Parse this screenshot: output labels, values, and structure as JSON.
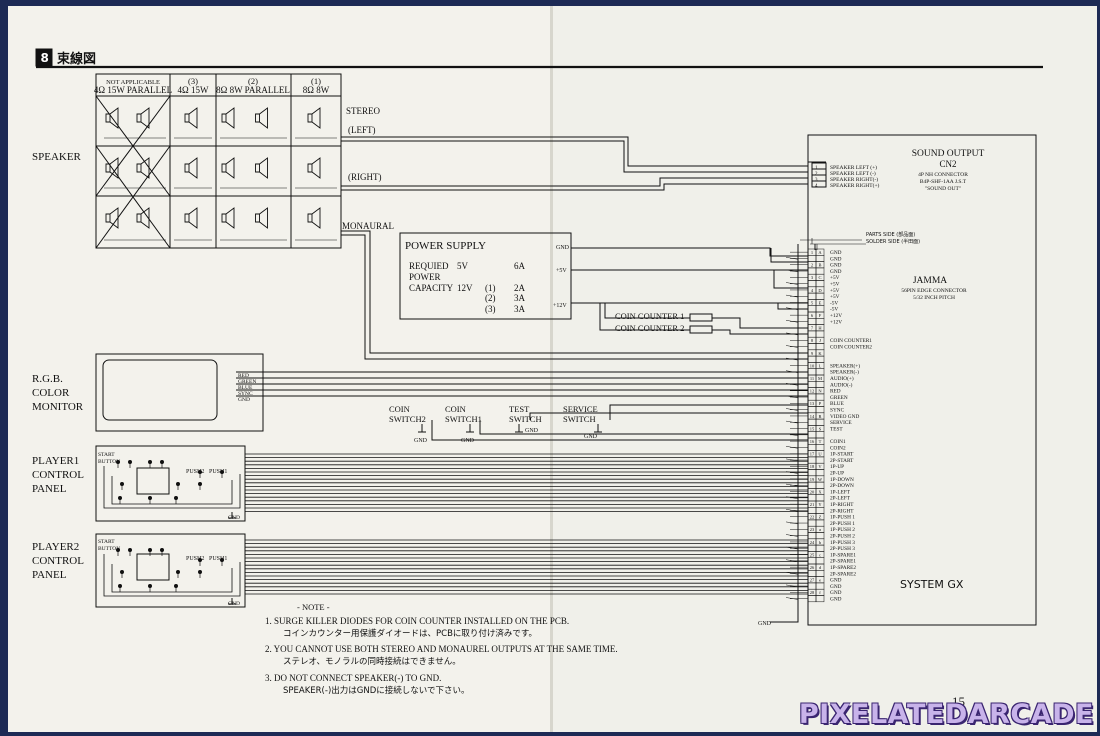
{
  "header": {
    "number": "8",
    "title": "束線図"
  },
  "speaker_table": {
    "label": "SPEAKER",
    "columns": [
      {
        "index": "NOT APPLICABLE",
        "spec": "4Ω 15W PARALLEL"
      },
      {
        "index": "(3)",
        "spec": "4Ω 15W"
      },
      {
        "index": "(2)",
        "spec": "8Ω 8W PARALLEL"
      },
      {
        "index": "(1)",
        "spec": "8Ω 8W"
      }
    ],
    "stereo": "STEREO",
    "left": "(LEFT)",
    "right": "(RIGHT)",
    "monaural": "MONAURAL"
  },
  "power_supply": {
    "title": "POWER SUPPLY",
    "req1": "REQUIED",
    "req2": "POWER",
    "req3": "CAPACITY",
    "v5": "5V",
    "v12": "12V",
    "amp5": "6A",
    "options": [
      "(1)",
      "(2)",
      "(3)"
    ],
    "amps12": [
      "2A",
      "3A",
      "3A"
    ],
    "gnd": "GND",
    "p5v": "+5V",
    "p12v": "+12V"
  },
  "coin_counters": [
    "COIN COUNTER 1",
    "COIN COUNTER 2"
  ],
  "monitor": {
    "l1": "R.G.B.",
    "l2": "COLOR",
    "l3": "MONITOR",
    "pins": [
      "RED",
      "GREEN",
      "BLUE",
      "SYNC",
      "GND"
    ]
  },
  "switches": [
    {
      "l1": "COIN",
      "l2": "SWITCH2"
    },
    {
      "l1": "COIN",
      "l2": "SWITCH1"
    },
    {
      "l1": "TEST",
      "l2": "SWITCH"
    },
    {
      "l1": "SERVICE",
      "l2": "SWITCH"
    }
  ],
  "gnd": "GND",
  "player1": {
    "l1": "PLAYER1",
    "l2": "CONTROL",
    "l3": "PANEL",
    "start1": "START",
    "start2": "BUTTON",
    "push2": "PUSH2",
    "push1": "PUSH1"
  },
  "player2": {
    "l1": "PLAYER2",
    "l2": "CONTROL",
    "l3": "PANEL",
    "start1": "START",
    "start2": "BUTTON",
    "push2": "PUSH2",
    "push1": "PUSH1"
  },
  "notes": {
    "title": "- NOTE -",
    "n1": "1. SURGE KILLER DIODES FOR COIN COUNTER INSTALLED ON THE PCB.",
    "n1j": "コインカウンター用保護ダイオードは、PCBに取り付け済みです。",
    "n2": "2. YOU CANNOT USE BOTH STEREO AND MONAUREL OUTPUTS AT THE SAME TIME.",
    "n2j": "ステレオ、モノラルの同時接続はできません。",
    "n3": "3. DO NOT CONNECT SPEAKER(-) TO GND.",
    "n3j": "SPEAKER(-)出力はGNDに接続しないで下さい。"
  },
  "sound_output": {
    "title": "SOUND OUTPUT",
    "cn": "CN2",
    "conn1": "4P NH CONNECTOR",
    "conn2": "B4P-SHF-1AA J.S.T",
    "conn3": "\"SOUND OUT\"",
    "pins": [
      {
        "n": "1",
        "name": "SPEAKER LEFT (+)"
      },
      {
        "n": "2",
        "name": "SPEAKER LEFT (-)"
      },
      {
        "n": "3",
        "name": "SPEAKER RIGHT(-)"
      },
      {
        "n": "4",
        "name": "SPEAKER RIGHT(+)"
      }
    ]
  },
  "jamma": {
    "parts_side": "PARTS SIDE (部品面)",
    "solder_side": "SOLDER SIDE (半田面)",
    "title": "JAMMA",
    "sub1": "56PIN EDGE CONNECTOR",
    "sub2": "5/32 INCH PITCH",
    "rows": [
      {
        "n": "1",
        "l": "A",
        "name": "GND"
      },
      {
        "n": "",
        "l": "",
        "name": "GND"
      },
      {
        "n": "2",
        "l": "B",
        "name": "GND"
      },
      {
        "n": "",
        "l": "",
        "name": "GND"
      },
      {
        "n": "3",
        "l": "C",
        "name": "+5V"
      },
      {
        "n": "",
        "l": "",
        "name": "+5V"
      },
      {
        "n": "4",
        "l": "D",
        "name": "+5V"
      },
      {
        "n": "",
        "l": "",
        "name": "+5V"
      },
      {
        "n": "5",
        "l": "E",
        "name": "-5V"
      },
      {
        "n": "",
        "l": "",
        "name": "-5V"
      },
      {
        "n": "6",
        "l": "F",
        "name": "+12V"
      },
      {
        "n": "",
        "l": "",
        "name": "+12V"
      },
      {
        "n": "7",
        "l": "H",
        "name": ""
      },
      {
        "n": "",
        "l": "",
        "name": ""
      },
      {
        "n": "8",
        "l": "J",
        "name": "COIN COUNTER1"
      },
      {
        "n": "",
        "l": "",
        "name": "COIN COUNTER2"
      },
      {
        "n": "9",
        "l": "K",
        "name": ""
      },
      {
        "n": "",
        "l": "",
        "name": ""
      },
      {
        "n": "10",
        "l": "L",
        "name": "SPEAKER(+)"
      },
      {
        "n": "",
        "l": "",
        "name": "SPEAKER(-)"
      },
      {
        "n": "11",
        "l": "M",
        "name": "AUDIO(+)"
      },
      {
        "n": "",
        "l": "",
        "name": "AUDIO(-)"
      },
      {
        "n": "12",
        "l": "N",
        "name": "RED"
      },
      {
        "n": "",
        "l": "",
        "name": "GREEN"
      },
      {
        "n": "13",
        "l": "P",
        "name": "BLUE"
      },
      {
        "n": "",
        "l": "",
        "name": "SYNC"
      },
      {
        "n": "14",
        "l": "R",
        "name": "VIDEO GND"
      },
      {
        "n": "",
        "l": "",
        "name": "SERVICE"
      },
      {
        "n": "15",
        "l": "S",
        "name": "TEST"
      },
      {
        "n": "",
        "l": "",
        "name": ""
      },
      {
        "n": "16",
        "l": "T",
        "name": "COIN1"
      },
      {
        "n": "",
        "l": "",
        "name": "COIN2"
      },
      {
        "n": "17",
        "l": "U",
        "name": "1P-START"
      },
      {
        "n": "",
        "l": "",
        "name": "2P-START"
      },
      {
        "n": "18",
        "l": "V",
        "name": "1P-UP"
      },
      {
        "n": "",
        "l": "",
        "name": "2P-UP"
      },
      {
        "n": "19",
        "l": "W",
        "name": "1P-DOWN"
      },
      {
        "n": "",
        "l": "",
        "name": "2P-DOWN"
      },
      {
        "n": "20",
        "l": "X",
        "name": "1P-LEFT"
      },
      {
        "n": "",
        "l": "",
        "name": "2P-LEFT"
      },
      {
        "n": "21",
        "l": "Y",
        "name": "1P-RIGHT"
      },
      {
        "n": "",
        "l": "",
        "name": "2P-RIGHT"
      },
      {
        "n": "22",
        "l": "Z",
        "name": "1P-PUSH 1"
      },
      {
        "n": "",
        "l": "",
        "name": "2P-PUSH 1"
      },
      {
        "n": "23",
        "l": "a",
        "name": "1P-PUSH 2"
      },
      {
        "n": "",
        "l": "",
        "name": "2P-PUSH 2"
      },
      {
        "n": "24",
        "l": "b",
        "name": "1P-PUSH 3"
      },
      {
        "n": "",
        "l": "",
        "name": "2P-PUSH 3"
      },
      {
        "n": "25",
        "l": "c",
        "name": "1P-SPARE1"
      },
      {
        "n": "",
        "l": "",
        "name": "2P-SPARE1"
      },
      {
        "n": "26",
        "l": "d",
        "name": "1P-SPARE2"
      },
      {
        "n": "",
        "l": "",
        "name": "2P-SPARE2"
      },
      {
        "n": "27",
        "l": "e",
        "name": "GND"
      },
      {
        "n": "",
        "l": "",
        "name": "GND"
      },
      {
        "n": "28",
        "l": "f",
        "name": "GND"
      },
      {
        "n": "",
        "l": "",
        "name": "GND"
      }
    ]
  },
  "system_label": "SYSTEM GX",
  "page_number": "15",
  "watermark": "PIXELATEDARCADE"
}
